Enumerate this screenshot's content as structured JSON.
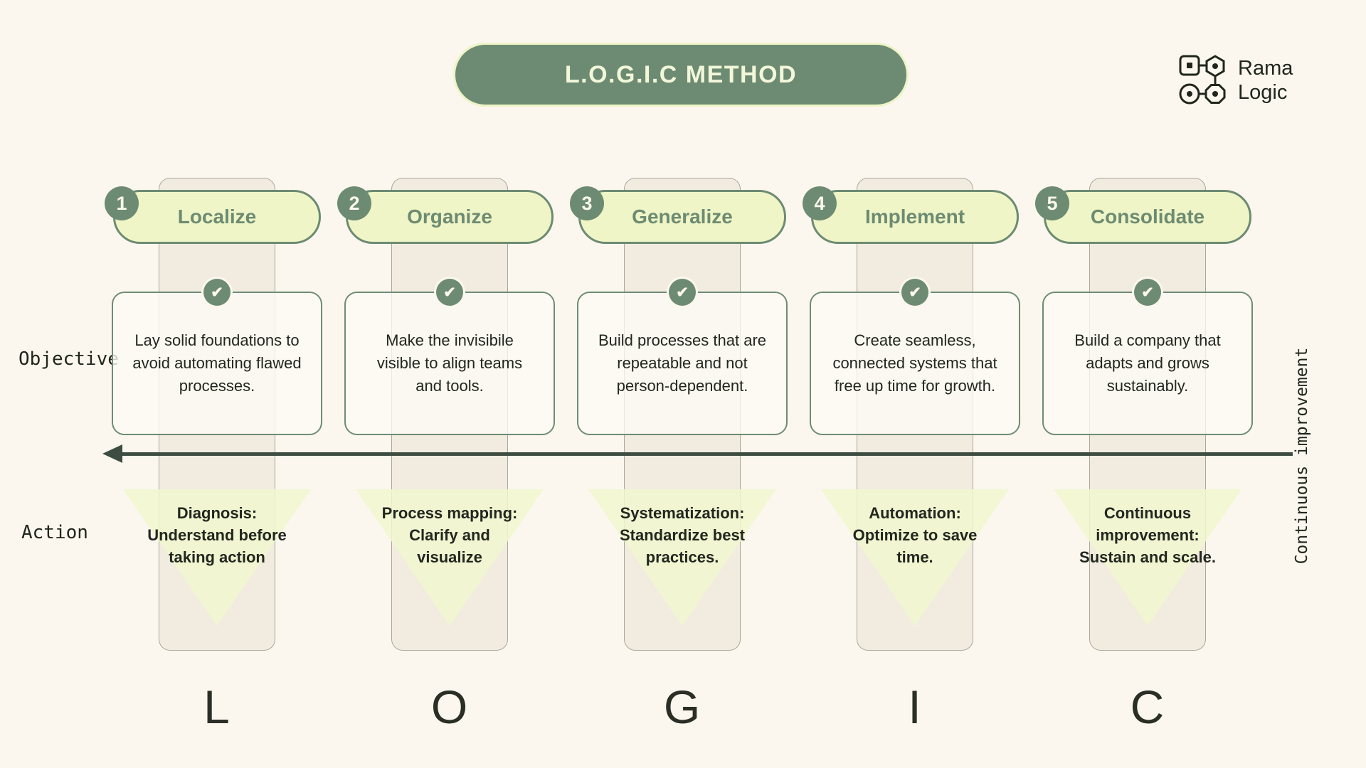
{
  "title": "L.O.G.I.C METHOD",
  "logo": {
    "line1": "Rama",
    "line2": "Logic"
  },
  "row_labels": {
    "objective": "Objective",
    "action": "Action"
  },
  "arrow_label": "Continuous improvement",
  "icons": {
    "check": "✔",
    "logo_mark": "square-hexagon-circle-octagon-network"
  },
  "colors": {
    "background": "#FBF7EE",
    "accent_green": "#6D8B72",
    "pill_yellow_green": "#EFF5C6",
    "triangle_yellow_green": "#F1F7CE",
    "column_tan": "#F2ECE0",
    "arrow_dark_green": "#3E4D41",
    "text_dark": "#22271F",
    "title_text": "#F2F7DA"
  },
  "steps": [
    {
      "number": "1",
      "name": "Localize",
      "letter": "L",
      "objective": "Lay solid foundations to avoid automating flawed processes.",
      "action": "Diagnosis: Understand before taking action"
    },
    {
      "number": "2",
      "name": "Organize",
      "letter": "O",
      "objective": "Make the invisibile visible to align teams and tools.",
      "action": "Process mapping: Clarify and visualize"
    },
    {
      "number": "3",
      "name": "Generalize",
      "letter": "G",
      "objective": "Build processes that are repeatable and not person-dependent.",
      "action": "Systematization: Standardize best practices."
    },
    {
      "number": "4",
      "name": "Implement",
      "letter": "I",
      "objective": "Create seamless, connected systems that free up time for growth.",
      "action": "Automation: Optimize to save time."
    },
    {
      "number": "5",
      "name": "Consolidate",
      "letter": "C",
      "objective": "Build a company that adapts and grows sustainably.",
      "action": "Continuous improvement: Sustain and scale."
    }
  ]
}
